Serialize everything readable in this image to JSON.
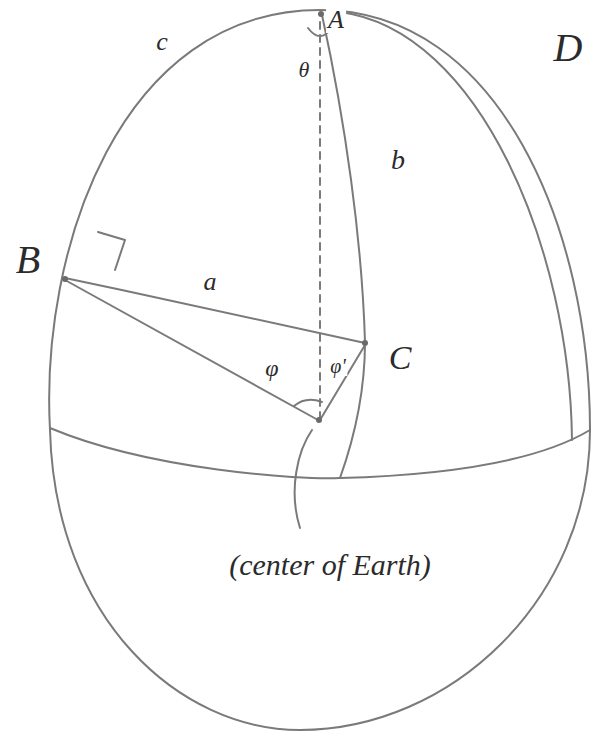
{
  "diagram": {
    "labels": [
      "A",
      "D",
      "c",
      "θ",
      "b",
      "B",
      "a",
      "φ",
      "φ'",
      "C",
      "(center of Earth)"
    ]
  }
}
